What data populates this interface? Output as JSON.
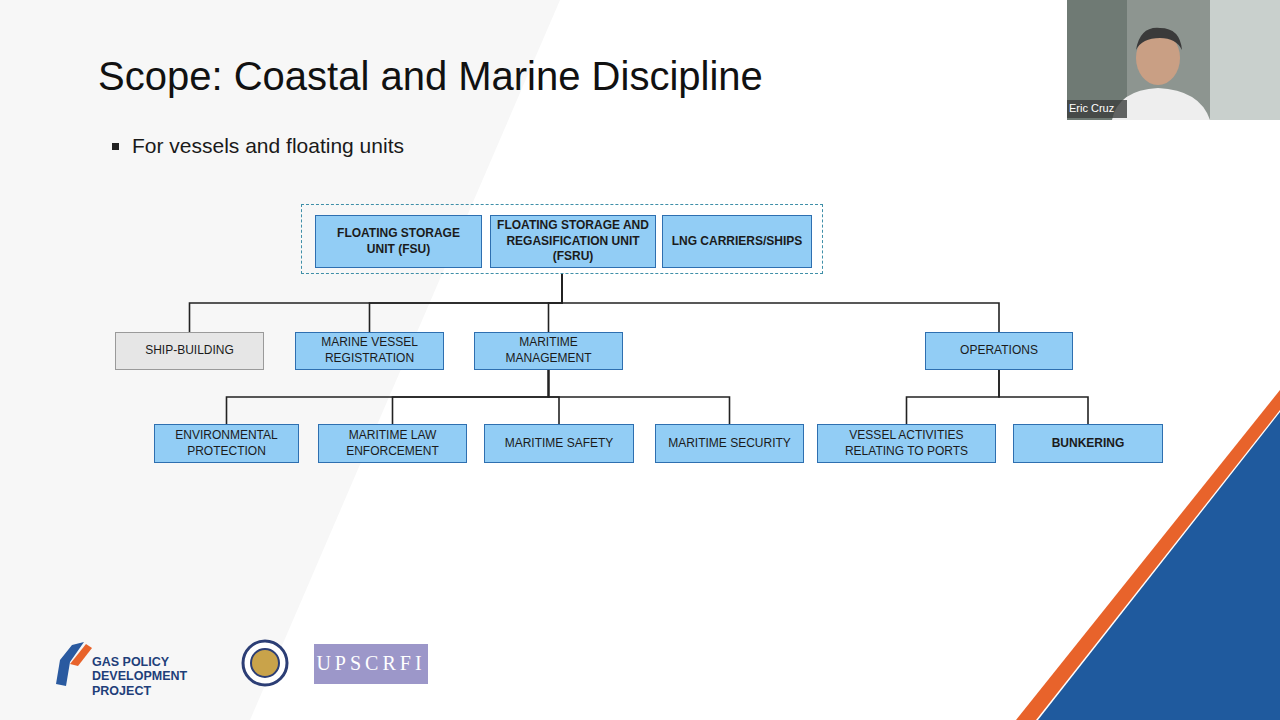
{
  "diagram": {
    "title": "Scope: Coastal and Marine Discipline",
    "nodes": [
      {
        "text": []
      },
      {
        "text": [
          "FLOATING STORAGE UNIT (FSU)"
        ],
        "in": 0
      },
      {
        "text": [
          "FLOATING STORAGE AND REGASIFICATION UNIT (FSRU)"
        ],
        "in": 0
      },
      {
        "text": [
          "LNG CARRIERS/SHIPS"
        ],
        "in": 0
      },
      {
        "text": [
          "SHIP-BUILDING"
        ]
      },
      {
        "text": [
          "MARINE VESSEL REGISTRATION"
        ]
      },
      {
        "text": [
          "MARITIME MANAGEMENT"
        ]
      },
      {
        "text": [
          "OPERATIONS"
        ]
      },
      {
        "text": [
          "ENVIRONMENTAL PROTECTION"
        ]
      },
      {
        "text": [
          "MARITIME LAW ENFORCEMENT"
        ]
      },
      {
        "text": [
          "MARITIME SAFETY"
        ]
      },
      {
        "text": [
          "MARITIME SECURITY"
        ]
      },
      {
        "text": [
          "VESSEL ACTIVITIES RELATING TO PORTS"
        ]
      },
      {
        "text": [
          "BUNKERING"
        ]
      }
    ],
    "edges": [
      {
        "from": 0,
        "to": 4,
        "arrow": "none"
      },
      {
        "from": 0,
        "to": 5,
        "arrow": "none"
      },
      {
        "from": 0,
        "to": 6,
        "arrow": "none"
      },
      {
        "from": 0,
        "to": 7,
        "arrow": "none"
      },
      {
        "from": 6,
        "to": 8,
        "arrow": "none"
      },
      {
        "from": 6,
        "to": 9,
        "arrow": "none"
      },
      {
        "from": 6,
        "to": 10,
        "arrow": "none"
      },
      {
        "from": 6,
        "to": 11,
        "arrow": "none"
      },
      {
        "from": 7,
        "to": 12,
        "arrow": "none"
      },
      {
        "from": 7,
        "to": 13,
        "arrow": "none"
      }
    ],
    "labels": [
      "For vessels and floating units",
      "Eric Cruz",
      "GAS POLICY DEVELOPMENT PROJECT",
      "UPSCRFI"
    ]
  }
}
